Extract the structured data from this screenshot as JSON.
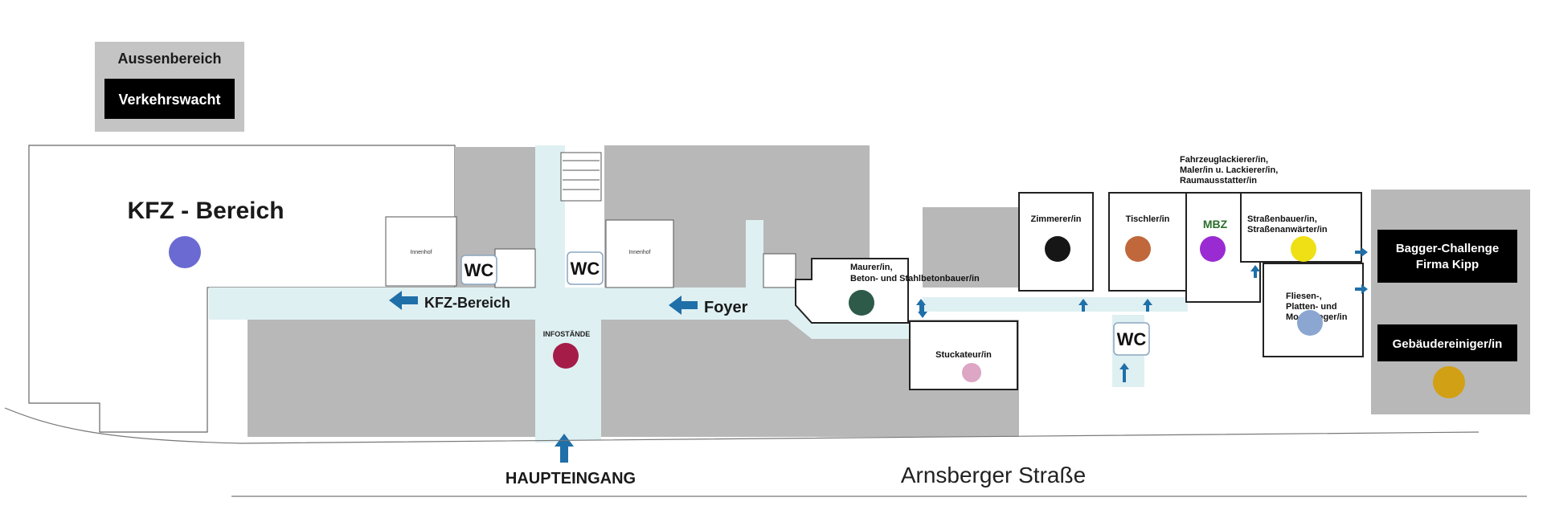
{
  "outdoor": {
    "title": "Aussenbereich",
    "item": "Verkehrswacht"
  },
  "areas": {
    "kfz_title": "KFZ - Bereich",
    "innenhof_left": "Innenhof",
    "innenhof_right": "Innenhof",
    "infostaende": "INFOSTÄNDE"
  },
  "directions": {
    "kfz": "KFZ-Bereich",
    "foyer": "Foyer",
    "main_entrance": "HAUPTEINGANG",
    "street": "Arnsberger Straße"
  },
  "wc": {
    "left": "WC",
    "center": "WC",
    "right": "WC"
  },
  "trades": {
    "maurer_line1": "Maurer/in,",
    "maurer_line2": "Beton- und Stahlbetonbauer/in",
    "stuckateur": "Stuckateur/in",
    "zimmerer": "Zimmerer/in",
    "tischler": "Tischler/in",
    "mbz_logo": "MBZ",
    "fahrzeug_line1": "Fahrzeuglackierer/in,",
    "fahrzeug_line2": "Maler/in u. Lackierer/in,",
    "fahrzeug_line3": "Raumausstatter/in",
    "strassenbau_line1": "Straßenbauer/in,",
    "strassenbau_line2": "Straßenanwärter/in",
    "fliesen_line1": "Fliesen-,",
    "fliesen_line2": "Platten- und",
    "fliesen_line3": "Mosaikleger/in"
  },
  "right_panel": {
    "bagger_line1": "Bagger-Challenge",
    "bagger_line2": "Firma Kipp",
    "gebaeude": "Gebäudereiniger/in"
  },
  "colors": {
    "kfz_dot": "#6a6ad2",
    "infostaende_dot": "#a51c48",
    "maurer_dot": "#2e5a4a",
    "stuckateur_dot": "#dca6c4",
    "zimmerer_dot": "#161616",
    "tischler_dot": "#c0683c",
    "fahrzeug_dot": "#9a2ad2",
    "strassenbau_dot": "#eee014",
    "fliesen_dot": "#8ca6d2",
    "gebaeude_dot": "#d2a014",
    "corridor": "#dff0f2",
    "arrow": "#1f6fa8"
  }
}
